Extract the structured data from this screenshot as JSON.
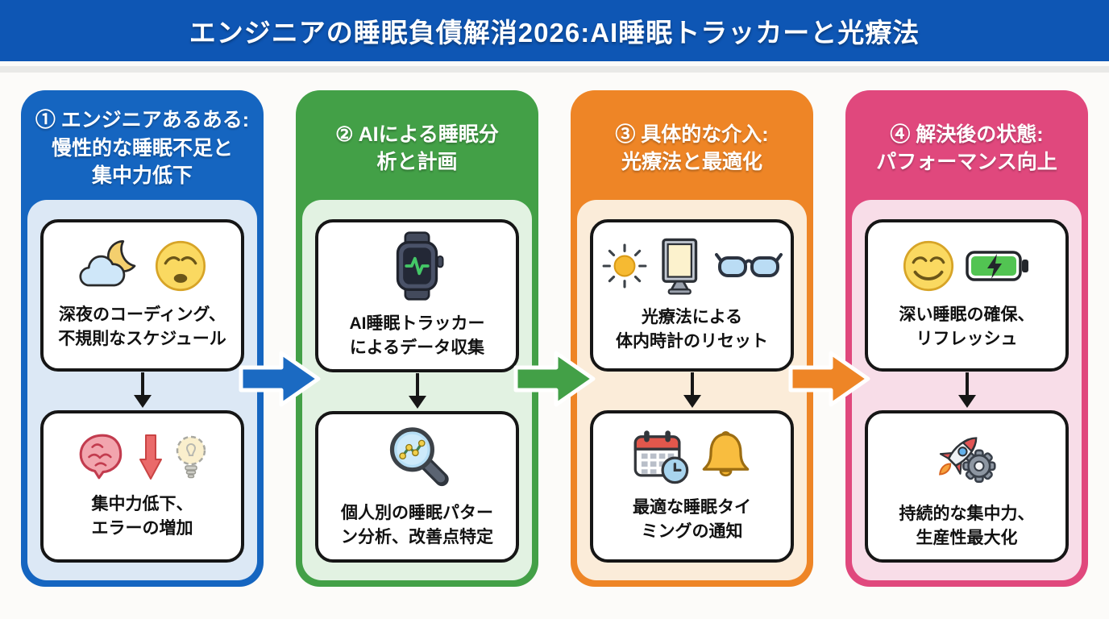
{
  "title": "エンジニアの睡眠負債解消2026:AI睡眠トラッカーと光療法",
  "colors": {
    "title_bg": "#0e56b4",
    "page_bg": "#fcfbf9",
    "divider": "#e9e9e7",
    "card_border": "#161616"
  },
  "columns": [
    {
      "header": "① エンジニアあるある:\n慢性的な睡眠不足と\n集中力低下",
      "accent": "#1565c0",
      "tint": "#dce8f5",
      "boxes": [
        {
          "text": "深夜のコーディング、\n不規則なスケジュール",
          "icons": [
            "cloud-moon-icon",
            "weary-face-icon"
          ]
        },
        {
          "text": "集中力低下、\nエラーの増加",
          "icons": [
            "brain-icon",
            "down-arrow-red-icon",
            "dim-lightbulb-icon"
          ]
        }
      ]
    },
    {
      "header": "② AIによる睡眠分\n析と計画",
      "accent": "#43a047",
      "tint": "#e2f2e2",
      "boxes": [
        {
          "text": "AI睡眠トラッカー\nによるデータ収集",
          "icons": [
            "smartwatch-ecg-icon"
          ]
        },
        {
          "text": "個人別の睡眠パター\nン分析、改善点特定",
          "icons": [
            "magnifier-chart-icon"
          ]
        }
      ]
    },
    {
      "header": "③ 具体的な介入:\n光療法と最適化",
      "accent": "#ee8526",
      "tint": "#fbecd9",
      "boxes": [
        {
          "text": "光療法による\n体内時計のリセット",
          "icons": [
            "sun-icon",
            "light-therapy-panel-icon",
            "glasses-icon"
          ]
        },
        {
          "text": "最適な睡眠タイ\nミングの通知",
          "icons": [
            "calendar-clock-icon",
            "bell-icon"
          ]
        }
      ]
    },
    {
      "header": "④ 解決後の状態:\nパフォーマンス向上",
      "accent": "#e0487d",
      "tint": "#f8dde8",
      "boxes": [
        {
          "text": "深い睡眠の確保、\nリフレッシュ",
          "icons": [
            "smiley-face-icon",
            "battery-bolt-icon"
          ]
        },
        {
          "text": "持続的な集中力、\n生産性最大化",
          "icons": [
            "rocket-gear-icon"
          ]
        }
      ]
    }
  ],
  "arrows": [
    {
      "color": "#1b6ac2"
    },
    {
      "color": "#43a047"
    },
    {
      "color": "#ee8526"
    }
  ]
}
